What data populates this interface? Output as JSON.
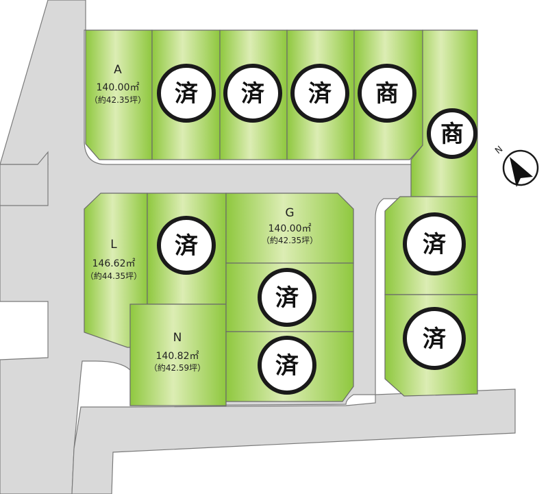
{
  "map": {
    "colors": {
      "lot_fill_light": "#dcedb4",
      "lot_fill_dark": "#8fc83f",
      "road_fill": "#d9d9d9",
      "outline": "#6a6a6a"
    },
    "lots": [
      {
        "id": "A",
        "letter": "A",
        "area": "140.00㎡",
        "tsubo": "（約42.35坪）"
      },
      {
        "id": "G",
        "letter": "G",
        "area": "140.00㎡",
        "tsubo": "（約42.35坪）"
      },
      {
        "id": "L",
        "letter": "L",
        "area": "146.62㎡",
        "tsubo": "（約44.35坪）"
      },
      {
        "id": "N",
        "letter": "N",
        "area": "140.82㎡",
        "tsubo": "（約42.59坪）"
      }
    ],
    "badges": [
      {
        "id": "b1",
        "text": "済",
        "status": "sold"
      },
      {
        "id": "b2",
        "text": "済",
        "status": "sold"
      },
      {
        "id": "b3",
        "text": "済",
        "status": "sold"
      },
      {
        "id": "b4",
        "text": "商",
        "status": "under-negotiation"
      },
      {
        "id": "b5",
        "text": "商",
        "status": "under-negotiation"
      },
      {
        "id": "b6",
        "text": "済",
        "status": "sold"
      },
      {
        "id": "b7",
        "text": "済",
        "status": "sold"
      },
      {
        "id": "b8",
        "text": "済",
        "status": "sold"
      },
      {
        "id": "b9",
        "text": "済",
        "status": "sold"
      },
      {
        "id": "b10",
        "text": "済",
        "status": "sold"
      }
    ],
    "compass": {
      "letter": "N",
      "icon": "north-arrow-icon"
    }
  }
}
